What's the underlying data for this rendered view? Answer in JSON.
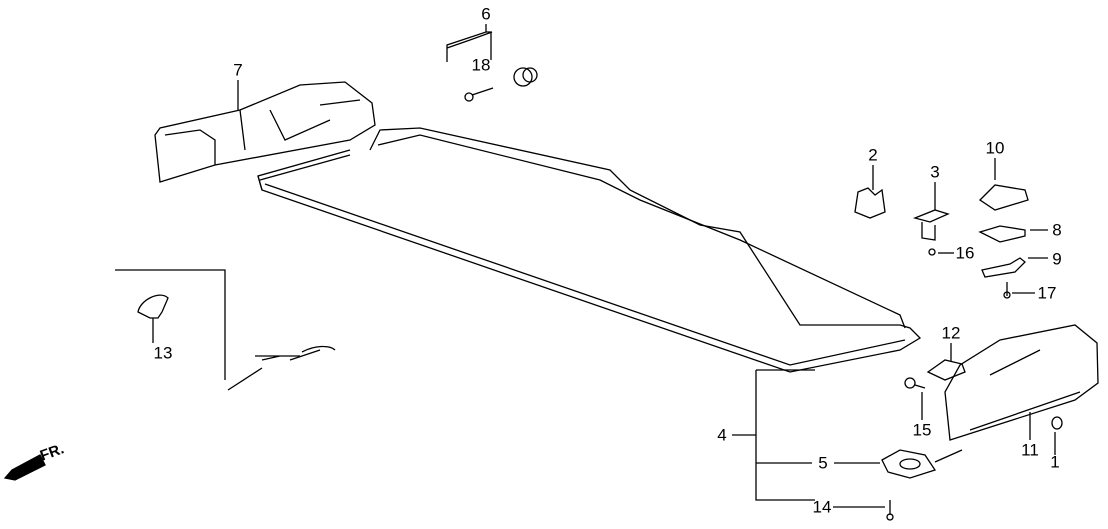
{
  "diagram": {
    "type": "exploded parts diagram",
    "direction_label": "FR.",
    "callouts": {
      "c1": "1",
      "c2": "2",
      "c3": "3",
      "c4": "4",
      "c5": "5",
      "c6": "6",
      "c7": "7",
      "c8": "8",
      "c9": "9",
      "c10": "10",
      "c11": "11",
      "c12": "12",
      "c13": "13",
      "c14": "14",
      "c15": "15",
      "c16": "16",
      "c17": "17",
      "c18": "18"
    }
  }
}
